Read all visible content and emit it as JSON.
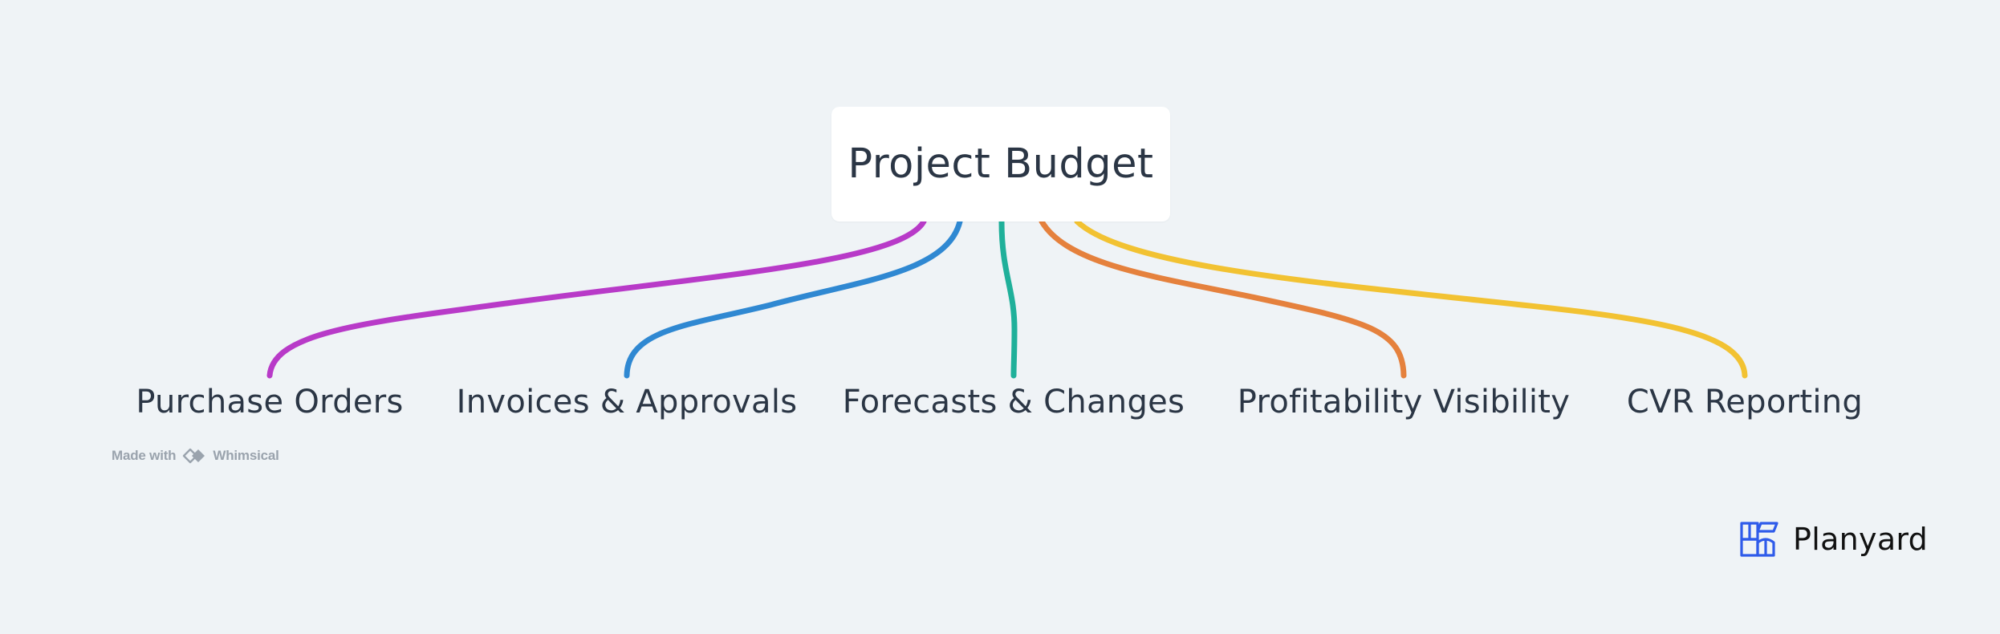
{
  "diagram": {
    "root": {
      "label": "Project Budget"
    },
    "children": [
      {
        "label": "Purchase Orders",
        "color": "#b83ac8"
      },
      {
        "label": "Invoices & Approvals",
        "color": "#2f88d2"
      },
      {
        "label": "Forecasts & Changes",
        "color": "#1fb09a"
      },
      {
        "label": "Profitability Visibility",
        "color": "#e5813d"
      },
      {
        "label": "CVR Reporting",
        "color": "#f2c232"
      }
    ]
  },
  "watermark": {
    "prefix": "Made with",
    "brand": "Whimsical",
    "icon": "whimsical-logo-icon"
  },
  "branding": {
    "name": "Planyard",
    "icon": "planyard-logo-icon",
    "color": "#2f5bea"
  }
}
